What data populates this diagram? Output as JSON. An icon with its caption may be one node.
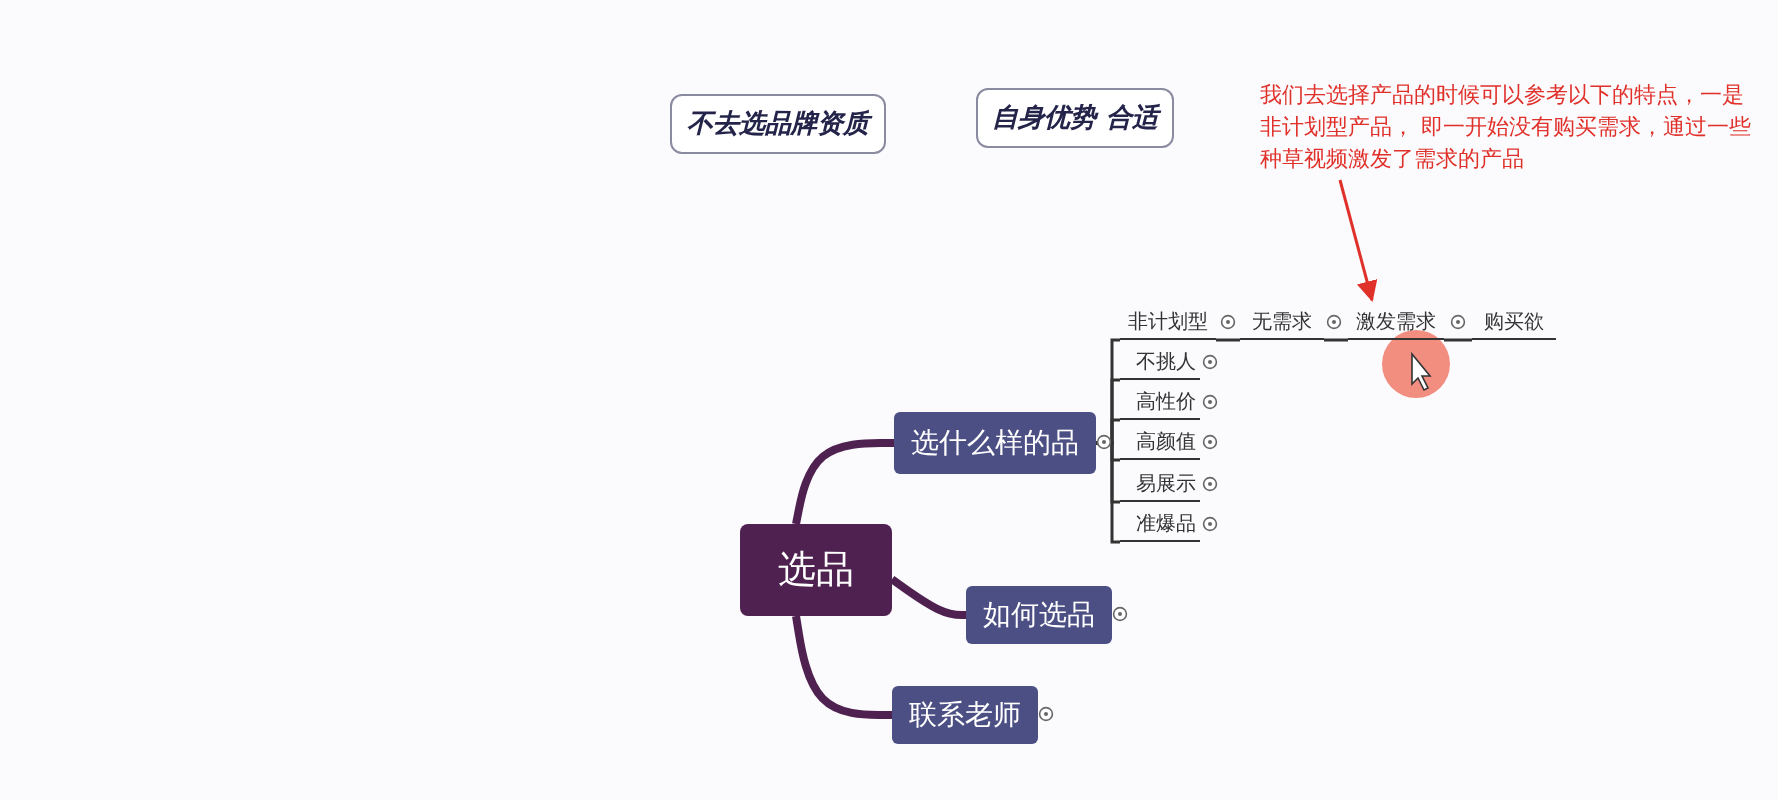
{
  "diagram": {
    "nodes": [
      {
        "text": [
          "选品"
        ]
      },
      {
        "text": [
          "选什么样的品"
        ]
      },
      {
        "text": [
          "如何选品"
        ]
      },
      {
        "text": [
          "联系老师"
        ]
      },
      {
        "text": [
          "不挑人"
        ]
      },
      {
        "text": [
          "高性价"
        ]
      },
      {
        "text": [
          "高颜值"
        ]
      },
      {
        "text": [
          "易展示"
        ]
      },
      {
        "text": [
          "准爆品"
        ]
      },
      {
        "text": [
          "非计划型"
        ]
      },
      {
        "text": [
          "无需求"
        ]
      },
      {
        "text": [
          "激发需求"
        ]
      },
      {
        "text": [
          "购买欲"
        ]
      },
      {
        "text": [
          "不去选品牌资质"
        ]
      },
      {
        "text": [
          "自身优势 合适"
        ]
      },
      {
        "text": [
          "我们去选择产品的时候可以参考以下的特点，一是非计划型产品， 即一开始没有购买需求，通过一些种草视频激发了需求的产品"
        ]
      }
    ],
    "edges": [
      {
        "from": 0,
        "to": 1,
        "arrow": "none",
        "style": "thick"
      },
      {
        "from": 0,
        "to": 2,
        "arrow": "none",
        "style": "thick"
      },
      {
        "from": 0,
        "to": 3,
        "arrow": "none",
        "style": "thick"
      },
      {
        "from": 1,
        "to": 4,
        "arrow": "none"
      },
      {
        "from": 1,
        "to": 5,
        "arrow": "none"
      },
      {
        "from": 1,
        "to": 6,
        "arrow": "none"
      },
      {
        "from": 1,
        "to": 7,
        "arrow": "none"
      },
      {
        "from": 1,
        "to": 8,
        "arrow": "none"
      },
      {
        "from": 1,
        "to": 9,
        "arrow": "none"
      },
      {
        "from": 9,
        "to": 10,
        "arrow": "none"
      },
      {
        "from": 10,
        "to": 11,
        "arrow": "none"
      },
      {
        "from": 11,
        "to": 12,
        "arrow": "none"
      },
      {
        "from": 15,
        "to": 11,
        "arrow": "to",
        "color": "#e0302a"
      }
    ]
  }
}
